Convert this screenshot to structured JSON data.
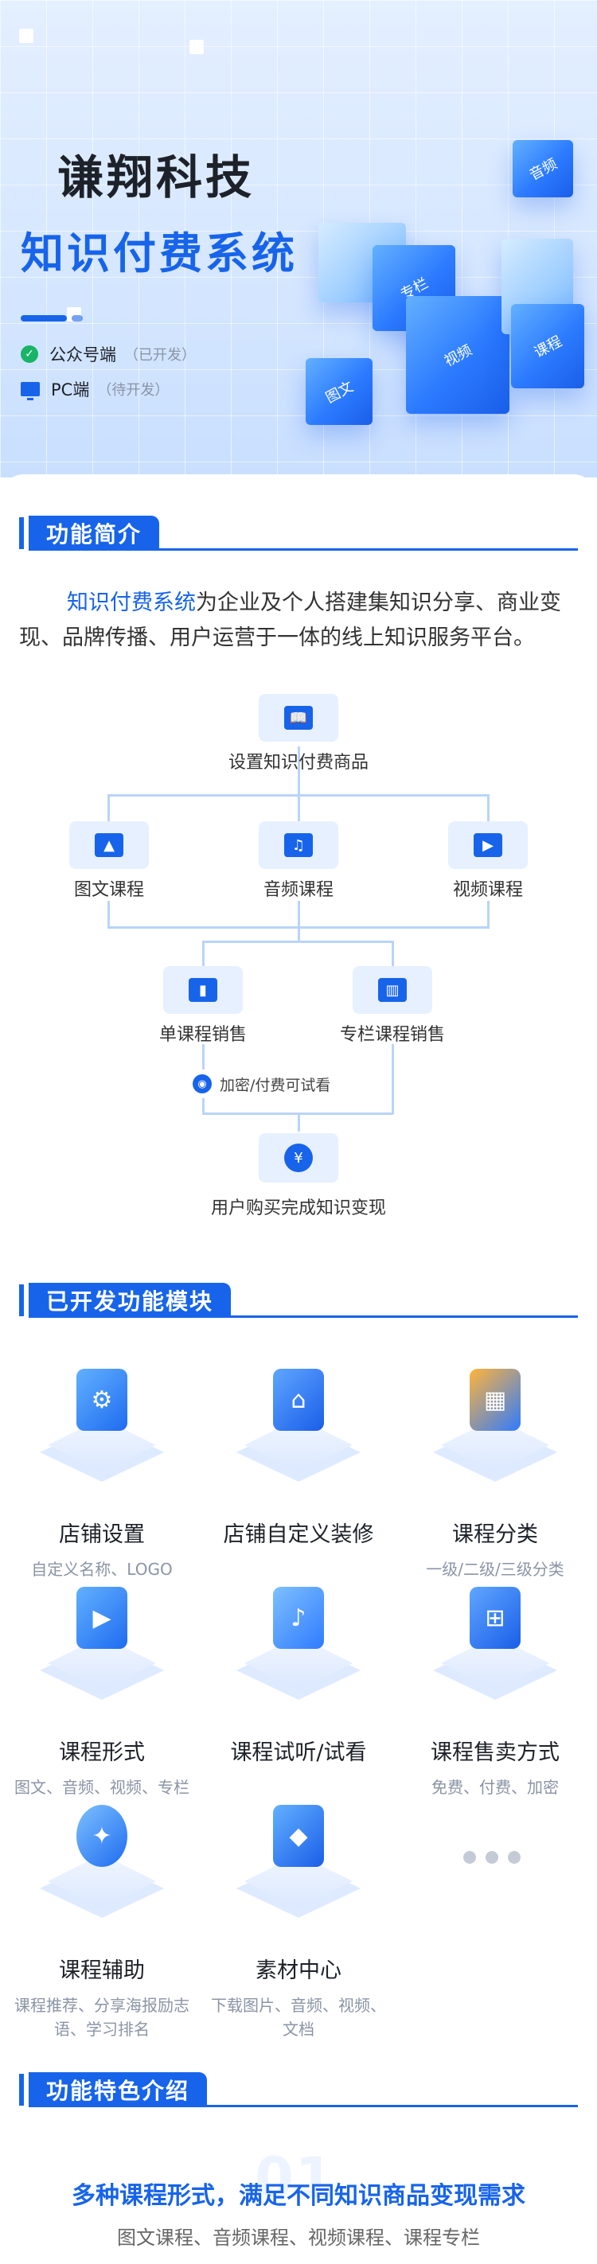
{
  "hero": {
    "brand": "谦翔科技",
    "product": "知识付费系统",
    "platforms": [
      {
        "name": "公众号端",
        "status": "（已开发）",
        "icon": "check-circle-icon"
      },
      {
        "name": "PC端",
        "status": "（待开发）",
        "icon": "monitor-icon"
      }
    ],
    "cube_labels": [
      "音频",
      "专栏",
      "视频",
      "课程",
      "图文"
    ]
  },
  "intro": {
    "title": "功能简介",
    "highlight": "知识付费系统",
    "body": "为企业及个人搭建集知识分享、商业变现、品牌传播、用户运营于一体的线上知识服务平台。"
  },
  "flow": {
    "step_setup": "设置知识付费商品",
    "course_types": [
      "图文课程",
      "音频课程",
      "视频课程"
    ],
    "sales": [
      "单课程销售",
      "专栏课程销售"
    ],
    "trial": "加密/付费可试看",
    "final": "用户购买完成知识变现"
  },
  "modules": {
    "title": "已开发功能模块",
    "items": [
      {
        "title": "店铺设置",
        "desc": "自定义名称、LOGO"
      },
      {
        "title": "店铺自定义装修",
        "desc": ""
      },
      {
        "title": "课程分类",
        "desc": "一级/二级/三级分类"
      },
      {
        "title": "课程形式",
        "desc": "图文、音频、视频、专栏"
      },
      {
        "title": "课程试听/试看",
        "desc": ""
      },
      {
        "title": "课程售卖方式",
        "desc": "免费、付费、加密"
      },
      {
        "title": "课程辅助",
        "desc": "课程推荐、分享海报励志语、学习排名"
      },
      {
        "title": "素材中心",
        "desc": "下载图片、音频、视频、文档"
      }
    ]
  },
  "features": {
    "title": "功能特色介绍",
    "number": "01",
    "headline": "多种课程形式，满足不同知识商品变现需求",
    "sub": "图文课程、音频课程、视频课程、课程专栏"
  },
  "colors": {
    "accent": "#1764ea",
    "success": "#18b566",
    "muted": "#8b94a5"
  }
}
